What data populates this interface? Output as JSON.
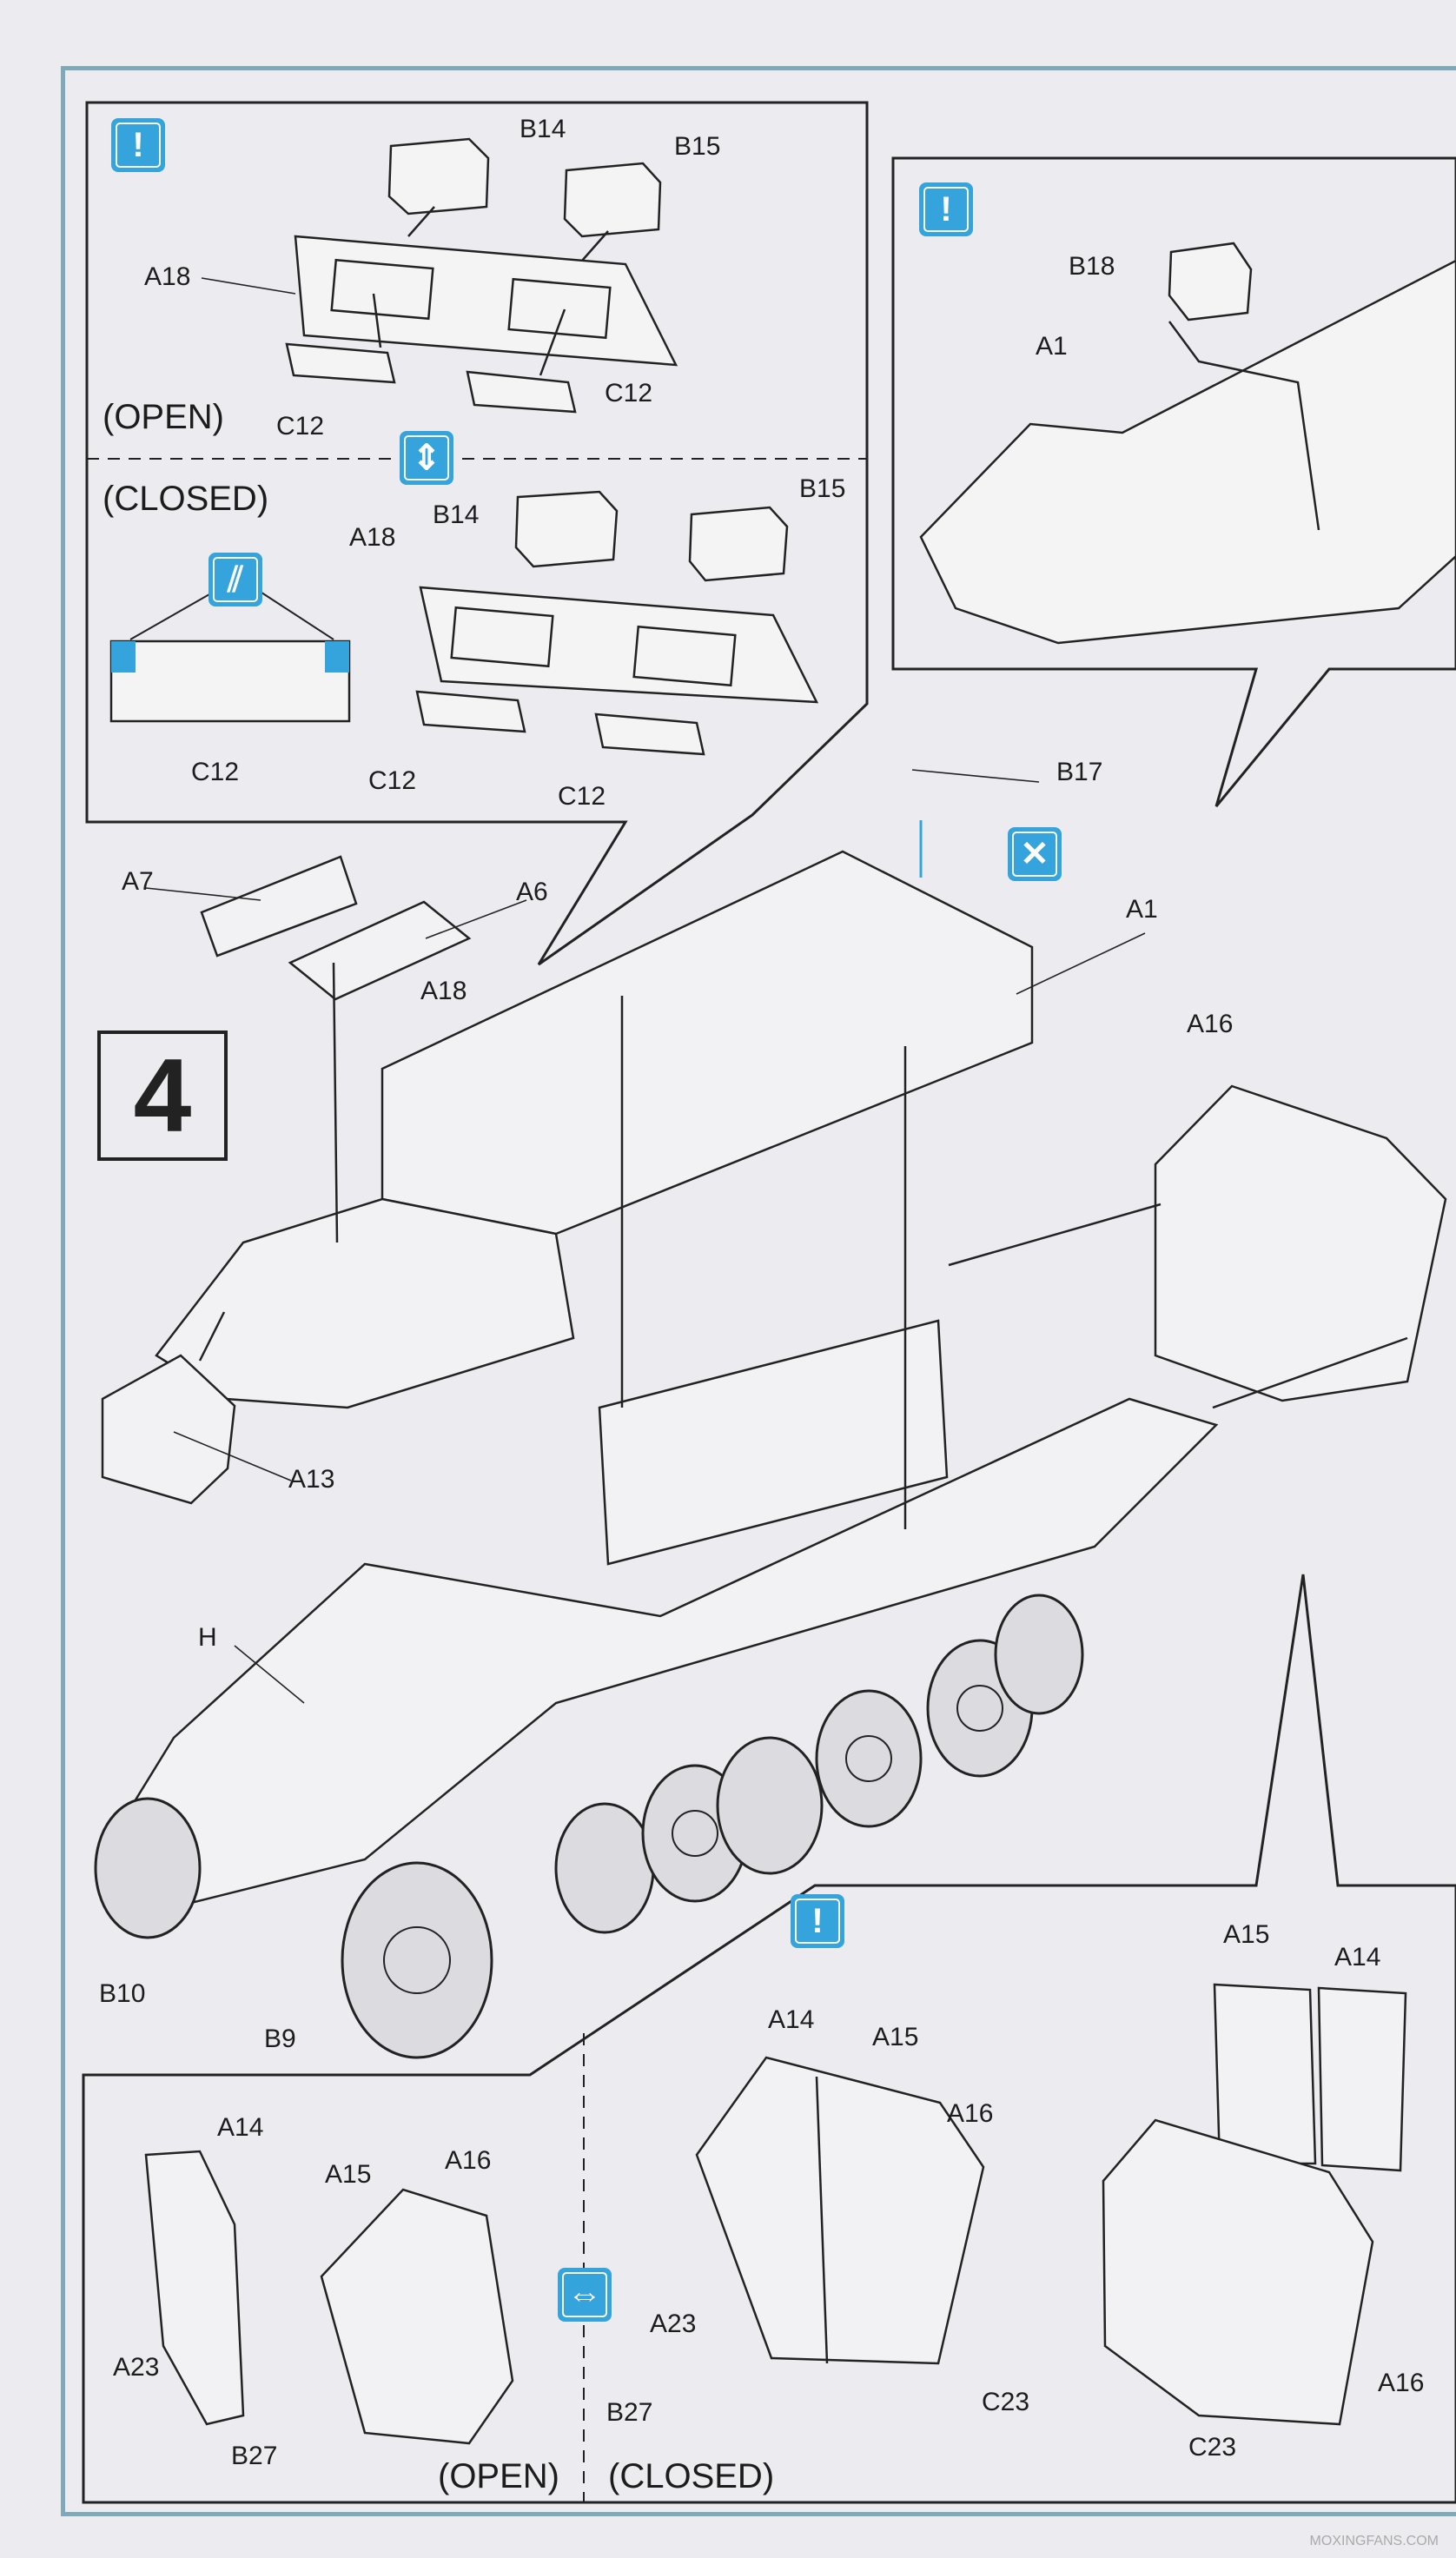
{
  "step_number": "4",
  "inset_top_left": {
    "open_label": "(OPEN)",
    "closed_label": "(CLOSED)",
    "parts": {
      "b14_a": "B14",
      "b15_a": "B15",
      "a18_a": "A18",
      "c12_a": "C12",
      "c12_b": "C12",
      "b14_b": "B14",
      "b15_b": "B15",
      "a18_b": "A18",
      "c12_c": "C12",
      "c12_d": "C12",
      "c12_e": "C12"
    }
  },
  "inset_top_right": {
    "parts": {
      "b18": "B18",
      "a1": "A1"
    }
  },
  "main_assembly": {
    "parts": {
      "b17": "B17",
      "a1": "A1",
      "a7": "A7",
      "a6": "A6",
      "a18": "A18",
      "a16": "A16",
      "a13": "A13",
      "h": "H",
      "b10": "B10",
      "b9": "B9"
    }
  },
  "inset_bottom_left": {
    "open_label": "(OPEN)",
    "closed_label": "(CLOSED)",
    "parts": {
      "a14_a": "A14",
      "a15_a": "A15",
      "a16_a": "A16",
      "a23_a": "A23",
      "b27_a": "B27",
      "a14_b": "A14",
      "a15_b": "A15",
      "a16_b": "A16",
      "a23_b": "A23",
      "b27_b": "B27"
    }
  },
  "inset_bottom_right": {
    "parts": {
      "a15": "A15",
      "a14": "A14",
      "c23_a": "C23",
      "c23_b": "C23",
      "a16": "A16"
    }
  },
  "icons": {
    "paint": "paint-spot-icon",
    "swap": "open-close-swap-icon",
    "glue": "cement-icon",
    "no_glue": "no-cement-icon",
    "either": "option-icon"
  },
  "colors": {
    "icon_blue": "#35a4dd",
    "frame": "#7fa9b8",
    "line": "#222222"
  },
  "watermark": "MOXINGFANS.COM"
}
